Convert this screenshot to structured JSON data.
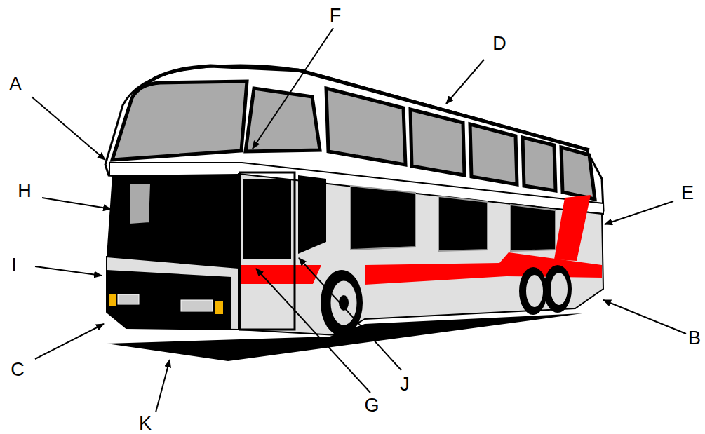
{
  "diagram": {
    "labels": [
      "A",
      "B",
      "C",
      "D",
      "E",
      "F",
      "G",
      "H",
      "I",
      "J",
      "K"
    ]
  }
}
